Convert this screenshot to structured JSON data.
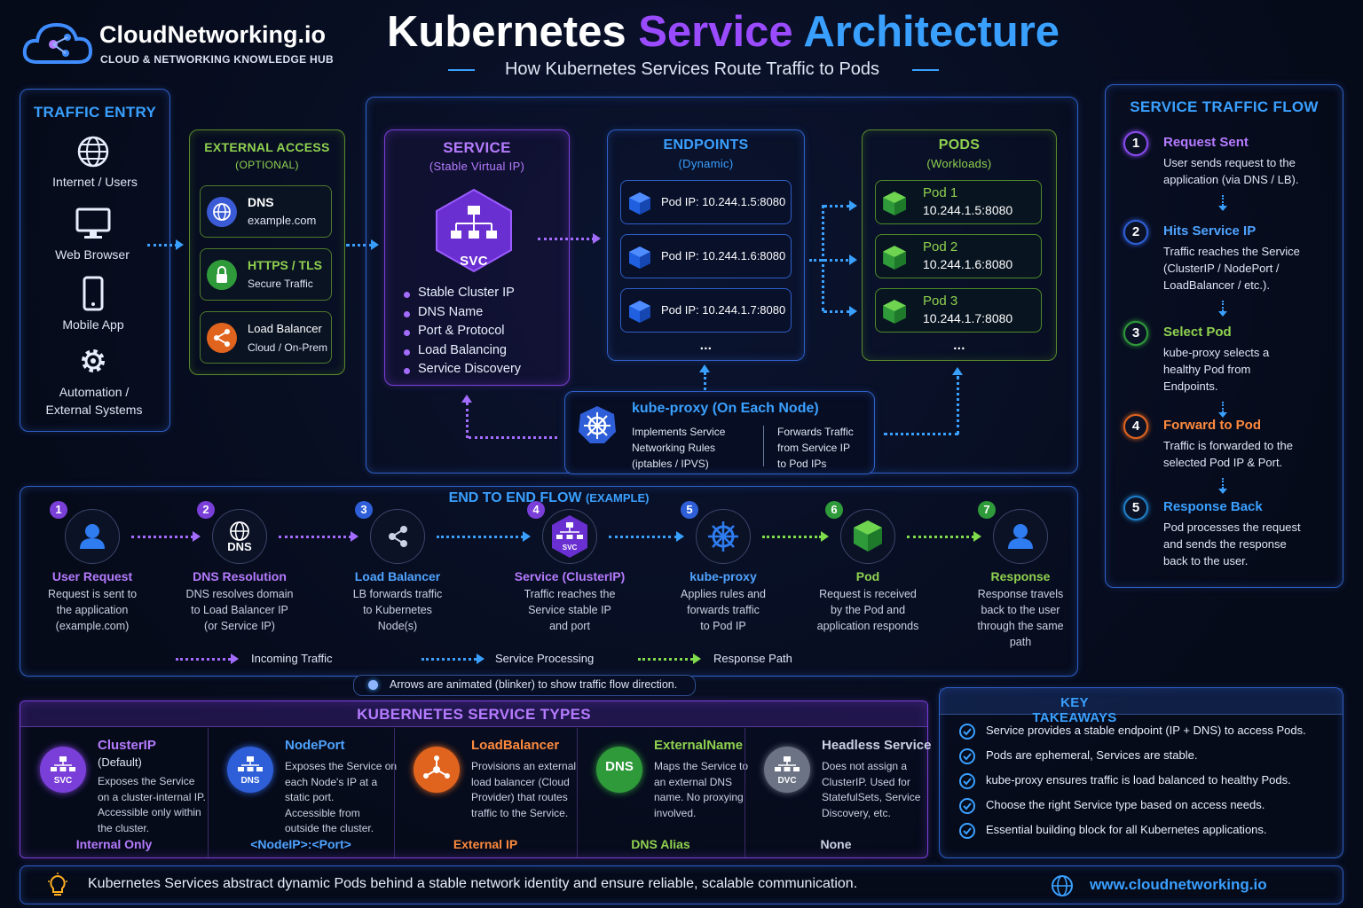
{
  "brand": {
    "name": "CloudNetworking.io",
    "tagline": "CLOUD & NETWORKING KNOWLEDGE HUB"
  },
  "header": {
    "title_part1": "Kubernetes",
    "title_part2": "Service",
    "title_part3": "Architecture",
    "subtitle": "How Kubernetes Services Route Traffic to Pods"
  },
  "traffic_entry": {
    "title": "TRAFFIC ENTRY",
    "items": [
      {
        "label": "Internet / Users",
        "icon": "globe-icon"
      },
      {
        "label": "Web Browser",
        "icon": "monitor-icon"
      },
      {
        "label": "Mobile App",
        "icon": "phone-icon"
      },
      {
        "label": "Automation /",
        "label2": "External Systems",
        "icon": "gear-icon"
      }
    ]
  },
  "external_access": {
    "title": "EXTERNAL ACCESS",
    "subtitle": "(OPTIONAL)",
    "items": [
      {
        "title": "DNS",
        "sub": "example.com",
        "color": "#3b5bd6"
      },
      {
        "title": "HTTPS / TLS",
        "sub": "Secure Traffic",
        "color": "#2f9a3a"
      },
      {
        "title": "Load Balancer",
        "sub": "Cloud / On-Prem",
        "color": "#e0641e"
      }
    ]
  },
  "service": {
    "title": "SERVICE",
    "subtitle": "(Stable Virtual IP)",
    "icon_label": "SVC",
    "bullets": [
      "Stable Cluster IP",
      "DNS Name",
      "Port & Protocol",
      "Load Balancing",
      "Service Discovery"
    ]
  },
  "endpoints": {
    "title": "ENDPOINTS",
    "subtitle": "(Dynamic)",
    "items": [
      "Pod IP: 10.244.1.5:8080",
      "Pod IP: 10.244.1.6:8080",
      "Pod IP: 10.244.1.7:8080"
    ],
    "more": "..."
  },
  "pods": {
    "title": "PODS",
    "subtitle": "(Workloads)",
    "items": [
      {
        "name": "Pod 1",
        "addr": "10.244.1.5:8080"
      },
      {
        "name": "Pod 2",
        "addr": "10.244.1.6:8080"
      },
      {
        "name": "Pod 3",
        "addr": "10.244.1.7:8080"
      }
    ],
    "more": "..."
  },
  "kube_proxy": {
    "title": "kube-proxy (On Each Node)",
    "col1": [
      "Implements Service",
      "Networking Rules",
      "(iptables / IPVS)"
    ],
    "col2": [
      "Forwards Traffic",
      "from Service IP",
      "to Pod IPs"
    ]
  },
  "flow_panel": {
    "title": "SERVICE TRAFFIC FLOW",
    "steps": [
      {
        "n": "1",
        "title": "Request Sent",
        "lines": [
          "User sends request to the",
          "application (via DNS / LB)."
        ],
        "color": "#8a4bf0",
        "tcolor": "#b57bff"
      },
      {
        "n": "2",
        "title": "Hits Service IP",
        "lines": [
          "Traffic reaches the Service",
          "(ClusterIP / NodePort /",
          "LoadBalancer / etc.)."
        ],
        "color": "#2f5fd8",
        "tcolor": "#4fa3ff"
      },
      {
        "n": "3",
        "title": "Select Pod",
        "lines": [
          "kube-proxy selects a",
          "healthy Pod from",
          "Endpoints."
        ],
        "color": "#2f9a3a",
        "tcolor": "#8fd14f"
      },
      {
        "n": "4",
        "title": "Forward to Pod",
        "lines": [
          "Traffic is forwarded to the",
          "selected Pod IP & Port."
        ],
        "color": "#e0641e",
        "tcolor": "#ff8a3d"
      },
      {
        "n": "5",
        "title": "Response Back",
        "lines": [
          "Pod processes the request",
          "and sends the response",
          "back to the user."
        ],
        "color": "#1f7fc8",
        "tcolor": "#3aa0ff"
      }
    ]
  },
  "e2e": {
    "title": "END TO END FLOW",
    "title_suffix": "(EXAMPLE)",
    "steps": [
      {
        "n": "1",
        "title": "User Request",
        "lines": [
          "Request is sent to",
          "the application",
          "(example.com)"
        ],
        "color": "#7a3fd8",
        "tcolor": "#b57bff",
        "icon": "user-icon"
      },
      {
        "n": "2",
        "title": "DNS Resolution",
        "lines": [
          "DNS resolves domain",
          "to Load Balancer IP",
          "(or Service IP)"
        ],
        "color": "#7a3fd8",
        "tcolor": "#b57bff",
        "icon": "dns-icon",
        "icon_label": "DNS"
      },
      {
        "n": "3",
        "title": "Load Balancer",
        "lines": [
          "LB forwards traffic",
          "to Kubernetes",
          "Node(s)"
        ],
        "color": "#2f5fd8",
        "tcolor": "#4fa3ff",
        "icon": "share-icon"
      },
      {
        "n": "4",
        "title": "Service (ClusterIP)",
        "lines": [
          "Traffic reaches the",
          "Service stable IP",
          "and port"
        ],
        "color": "#7a3fd8",
        "tcolor": "#b57bff",
        "icon": "svc-icon",
        "icon_label": "SVC"
      },
      {
        "n": "5",
        "title": "kube-proxy",
        "lines": [
          "Applies rules and",
          "forwards traffic",
          "to Pod IP"
        ],
        "color": "#2f5fd8",
        "tcolor": "#4fa3ff",
        "icon": "helm-icon"
      },
      {
        "n": "6",
        "title": "Pod",
        "lines": [
          "Request is received",
          "by the Pod and",
          "application responds"
        ],
        "color": "#2f9a3a",
        "tcolor": "#8fd14f",
        "icon": "cube-icon"
      },
      {
        "n": "7",
        "title": "Response",
        "lines": [
          "Response travels",
          "back to the user",
          "through the same",
          "path"
        ],
        "color": "#2f9a3a",
        "tcolor": "#8fd14f",
        "icon": "user-icon"
      }
    ],
    "legend": [
      {
        "label": "Incoming Traffic",
        "color": "#a36cff"
      },
      {
        "label": "Service Processing",
        "color": "#3aa0ff"
      },
      {
        "label": "Response Path",
        "color": "#7fdc4a"
      }
    ],
    "note": "Arrows are animated (blinker) to show traffic flow direction."
  },
  "service_types": {
    "title": "KUBERNETES SERVICE TYPES",
    "items": [
      {
        "name": "ClusterIP",
        "extra": "(Default)",
        "lines": [
          "Exposes the Service",
          "on a cluster-internal IP.",
          "Accessible only within",
          "the cluster."
        ],
        "footer": "Internal Only",
        "icon_label": "SVC",
        "color": "#7a3fd8",
        "tcolor": "#b57bff"
      },
      {
        "name": "NodePort",
        "extra": "",
        "lines": [
          "Exposes the Service on",
          "each Node's IP at a",
          "static port.",
          "Accessible from",
          "outside the cluster."
        ],
        "footer": "<NodeIP>:<Port>",
        "icon_label": "DNS",
        "color": "#2f5fd8",
        "tcolor": "#4fa3ff"
      },
      {
        "name": "LoadBalancer",
        "extra": "",
        "lines": [
          "Provisions an external",
          "load balancer (Cloud",
          "Provider) that routes",
          "traffic to the Service."
        ],
        "footer": "External IP",
        "icon_label": "",
        "color": "#e0641e",
        "tcolor": "#ff8a3d"
      },
      {
        "name": "ExternalName",
        "extra": "",
        "lines": [
          "Maps the Service to",
          "an external DNS",
          "name. No proxying",
          "involved."
        ],
        "footer": "DNS Alias",
        "icon_label": "DNS",
        "color": "#2f9a3a",
        "tcolor": "#8fd14f"
      },
      {
        "name": "Headless Service",
        "extra": "",
        "lines": [
          "Does not assign a",
          "ClusterIP. Used for",
          "StatefulSets, Service",
          "Discovery, etc."
        ],
        "footer": "None",
        "icon_label": "DVC",
        "color": "#6b7385",
        "tcolor": "#c9d1e2"
      }
    ]
  },
  "takeaways": {
    "title": "KEY TAKEAWAYS",
    "items": [
      "Service provides a stable endpoint (IP + DNS) to access Pods.",
      "Pods are ephemeral, Services are stable.",
      "kube-proxy ensures traffic is load balanced to healthy Pods.",
      "Choose the right Service type based on access needs.",
      "Essential building block for all Kubernetes applications."
    ]
  },
  "footer": {
    "text": "Kubernetes Services abstract dynamic Pods behind a stable network identity and ensure reliable, scalable communication.",
    "url": "www.cloudnetworking.io"
  }
}
